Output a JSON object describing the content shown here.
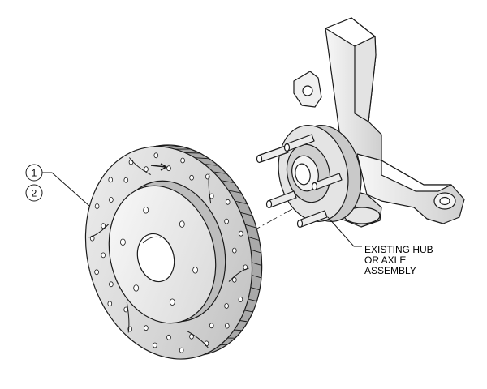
{
  "callouts": [
    {
      "number": "1"
    },
    {
      "number": "2"
    }
  ],
  "hub_label": {
    "line1": "EXISTING HUB",
    "line2": "OR AXLE",
    "line3": "ASSEMBLY"
  },
  "colors": {
    "stroke": "#1a1a1a",
    "face_light": "#f2f2f2",
    "face_mid": "#d9d9d9",
    "face_dark": "#b5b5b5",
    "background": "#ffffff"
  }
}
